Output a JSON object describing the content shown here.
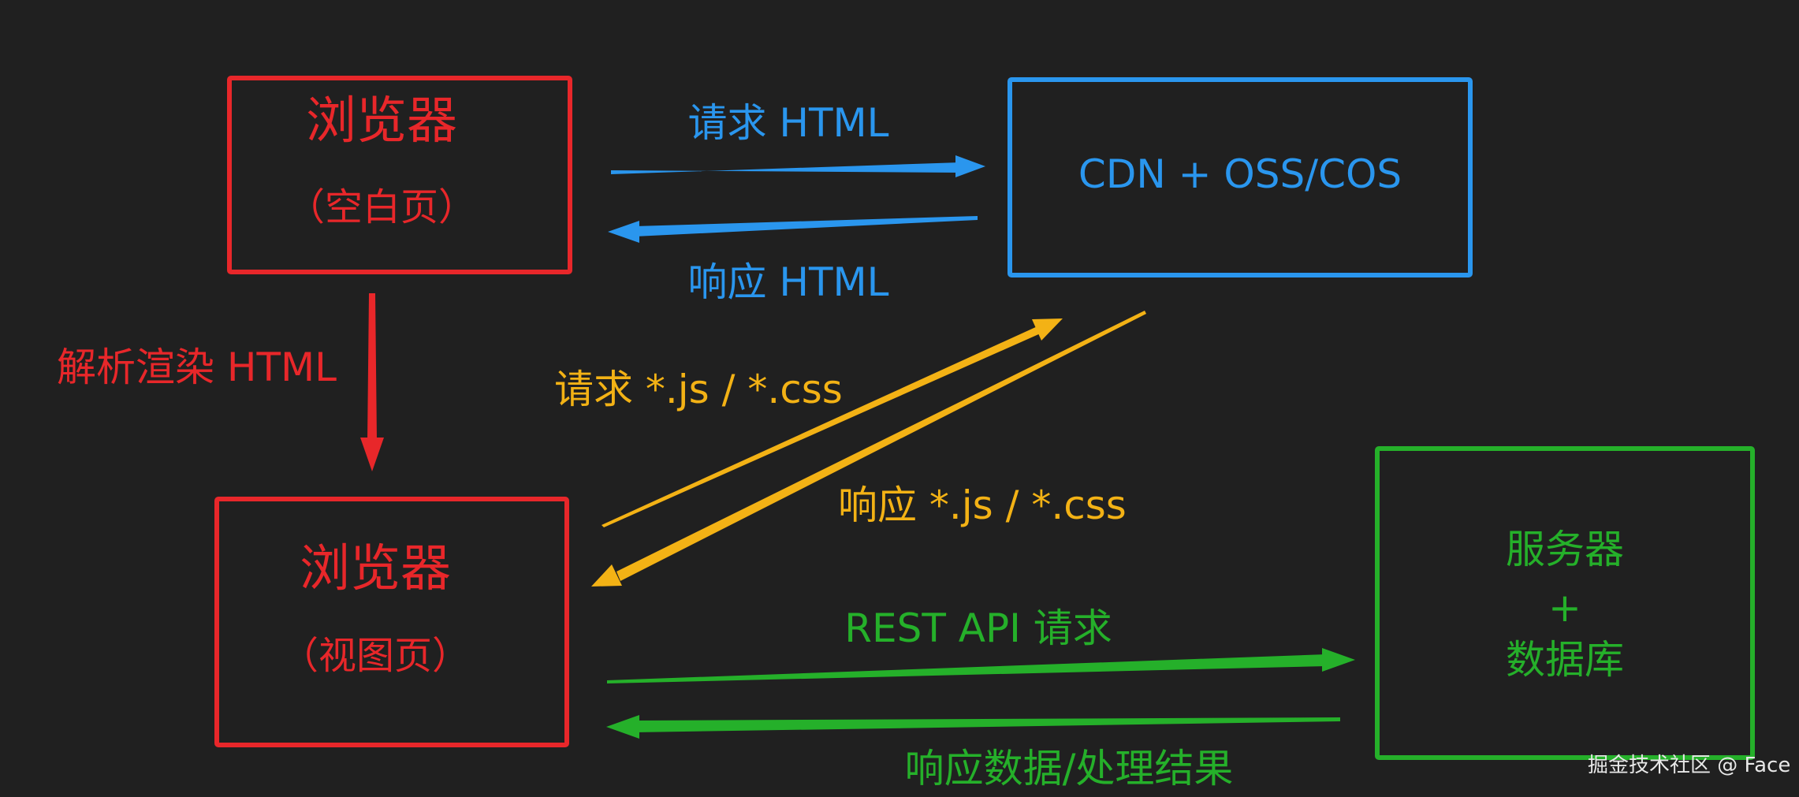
{
  "colors": {
    "background": "#202020",
    "red": "#e8272a",
    "blue": "#2a96ee",
    "yellow": "#f3b215",
    "green": "#25b02a",
    "watermark": "#e8e8e8"
  },
  "nodes": {
    "browser_blank": {
      "title": "浏览器",
      "subtitle": "（空白页）"
    },
    "browser_view": {
      "title": "浏览器",
      "subtitle": "（视图页）"
    },
    "cdn": {
      "title": "CDN + OSS/COS"
    },
    "server": {
      "line1": "服务器",
      "line2": "+",
      "line3": "数据库"
    }
  },
  "edges": {
    "request_html": "请求 HTML",
    "response_html": "响应 HTML",
    "parse_render": "解析渲染 HTML",
    "request_js_css": "请求 *.js / *.css",
    "response_js_css": "响应 *.js / *.css",
    "rest_api_request": "REST API 请求",
    "response_data": "响应数据/处理结果"
  },
  "watermark": "掘金技术社区 @ Face"
}
